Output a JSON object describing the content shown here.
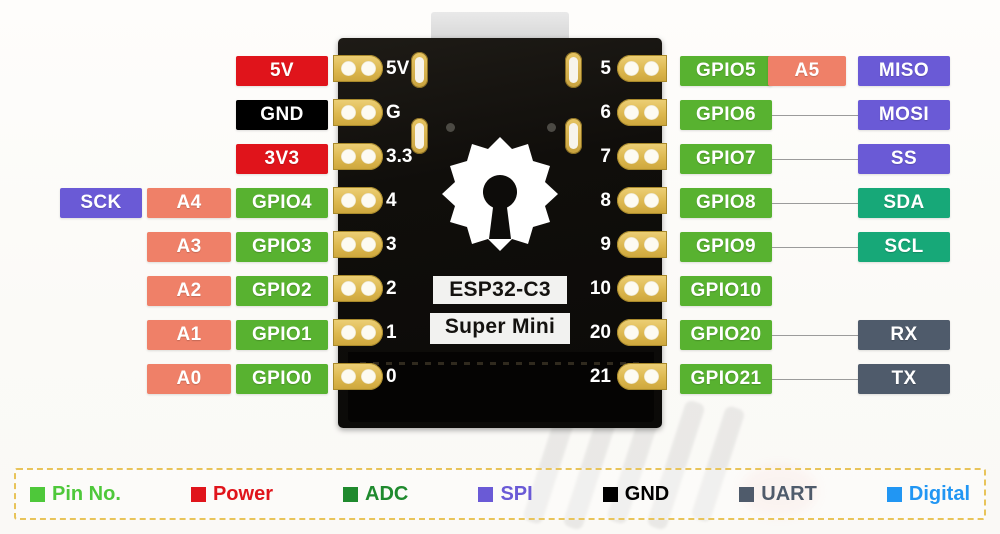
{
  "board": {
    "silk_line1": "ESP32-C3",
    "silk_line2": "Super Mini",
    "logo": "gear-logo"
  },
  "colors": {
    "gpio": "#58b230",
    "power": "#e0141b",
    "gnd": "#000000",
    "adc": "#ef8068",
    "spi": "#6a5ad6",
    "i2c": "#17a878",
    "uart": "#4f5b6b",
    "digital": "#2196f3",
    "pad": "#ddb84f",
    "board": "#100e0b",
    "legend_border": "#e8c45a"
  },
  "left_pins": [
    {
      "pad_label": "5V",
      "gpio": "5V",
      "gpio_type": "power",
      "adc": "",
      "alt": "",
      "alt_type": ""
    },
    {
      "pad_label": "G",
      "gpio": "GND",
      "gpio_type": "gnd",
      "adc": "",
      "alt": "",
      "alt_type": ""
    },
    {
      "pad_label": "3.3",
      "gpio": "3V3",
      "gpio_type": "power",
      "adc": "",
      "alt": "",
      "alt_type": ""
    },
    {
      "pad_label": "4",
      "gpio": "GPIO4",
      "gpio_type": "gpio",
      "adc": "A4",
      "alt": "SCK",
      "alt_type": "spi"
    },
    {
      "pad_label": "3",
      "gpio": "GPIO3",
      "gpio_type": "gpio",
      "adc": "A3",
      "alt": "",
      "alt_type": ""
    },
    {
      "pad_label": "2",
      "gpio": "GPIO2",
      "gpio_type": "gpio",
      "adc": "A2",
      "alt": "",
      "alt_type": ""
    },
    {
      "pad_label": "1",
      "gpio": "GPIO1",
      "gpio_type": "gpio",
      "adc": "A1",
      "alt": "",
      "alt_type": ""
    },
    {
      "pad_label": "0",
      "gpio": "GPIO0",
      "gpio_type": "gpio",
      "adc": "A0",
      "alt": "",
      "alt_type": ""
    }
  ],
  "right_pins": [
    {
      "pad_label": "5",
      "gpio": "GPIO5",
      "gpio_type": "gpio",
      "adc": "A5",
      "alt": "MISO",
      "alt_type": "spi"
    },
    {
      "pad_label": "6",
      "gpio": "GPIO6",
      "gpio_type": "gpio",
      "adc": "",
      "alt": "MOSI",
      "alt_type": "spi"
    },
    {
      "pad_label": "7",
      "gpio": "GPIO7",
      "gpio_type": "gpio",
      "adc": "",
      "alt": "SS",
      "alt_type": "spi"
    },
    {
      "pad_label": "8",
      "gpio": "GPIO8",
      "gpio_type": "gpio",
      "adc": "",
      "alt": "SDA",
      "alt_type": "i2c"
    },
    {
      "pad_label": "9",
      "gpio": "GPIO9",
      "gpio_type": "gpio",
      "adc": "",
      "alt": "SCL",
      "alt_type": "i2c"
    },
    {
      "pad_label": "10",
      "gpio": "GPIO10",
      "gpio_type": "gpio",
      "adc": "",
      "alt": "",
      "alt_type": ""
    },
    {
      "pad_label": "20",
      "gpio": "GPIO20",
      "gpio_type": "gpio",
      "adc": "",
      "alt": "RX",
      "alt_type": "uart"
    },
    {
      "pad_label": "21",
      "gpio": "GPIO21",
      "gpio_type": "gpio",
      "adc": "",
      "alt": "TX",
      "alt_type": "uart"
    }
  ],
  "legend": [
    {
      "label": "Pin No.",
      "color": "#4ec83a",
      "text_color": "#4ec83a"
    },
    {
      "label": "Power",
      "color": "#e0141b",
      "text_color": "#e0141b"
    },
    {
      "label": "ADC",
      "color": "#1f8a2e",
      "text_color": "#1f8a2e"
    },
    {
      "label": "SPI",
      "color": "#6a5ad6",
      "text_color": "#6a5ad6"
    },
    {
      "label": "GND",
      "color": "#000000",
      "text_color": "#000000"
    },
    {
      "label": "UART",
      "color": "#4f5b6b",
      "text_color": "#4f5b6b"
    },
    {
      "label": "Digital",
      "color": "#2196f3",
      "text_color": "#2196f3"
    }
  ]
}
